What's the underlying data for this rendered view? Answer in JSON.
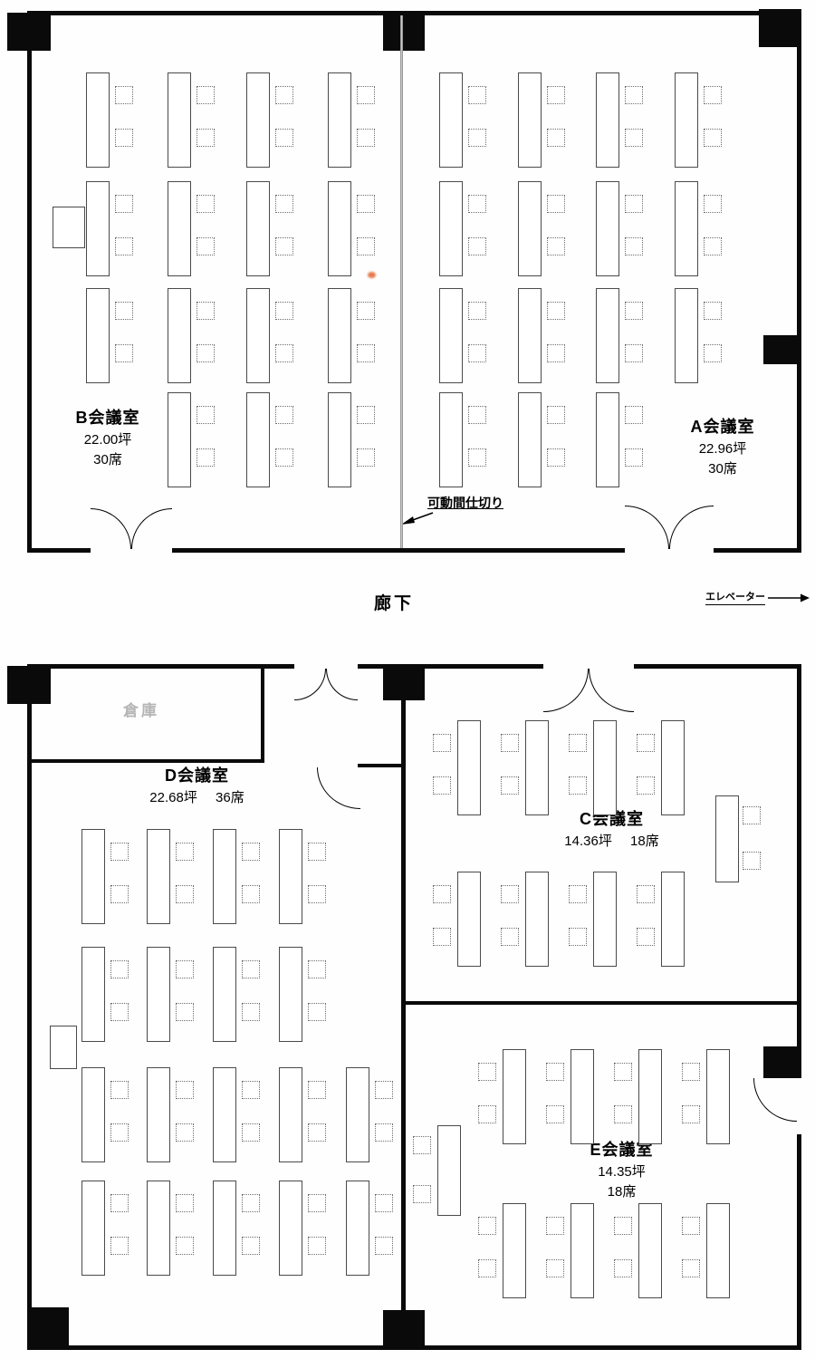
{
  "plan": {
    "upper": {
      "room_b": {
        "name": "B会議室",
        "area": "22.00坪",
        "seats": "30席"
      },
      "room_a": {
        "name": "A会議室",
        "area": "22.96坪",
        "seats": "30席"
      },
      "partition_label": "可動間仕切り"
    },
    "corridor_label": "廊下",
    "elevator_label": "エレベーター",
    "lower": {
      "storage_label": "倉庫",
      "room_d": {
        "name": "D会議室",
        "area": "22.68坪",
        "seats": "36席"
      },
      "room_c": {
        "name": "C会議室",
        "area": "14.36坪",
        "seats": "18席"
      },
      "room_e": {
        "name": "E会議室",
        "area": "14.35坪",
        "seats": "18席"
      }
    }
  }
}
